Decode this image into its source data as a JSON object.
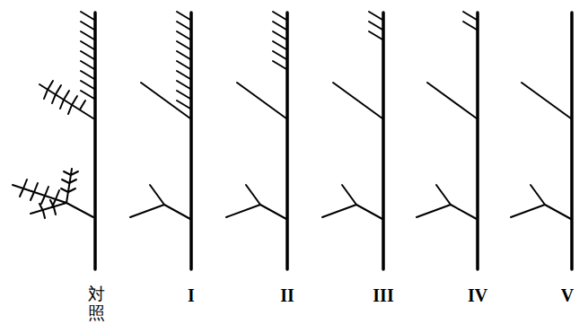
{
  "diagram": {
    "labels": [
      "対照",
      "I",
      "II",
      "III",
      "IV",
      "V"
    ]
  }
}
